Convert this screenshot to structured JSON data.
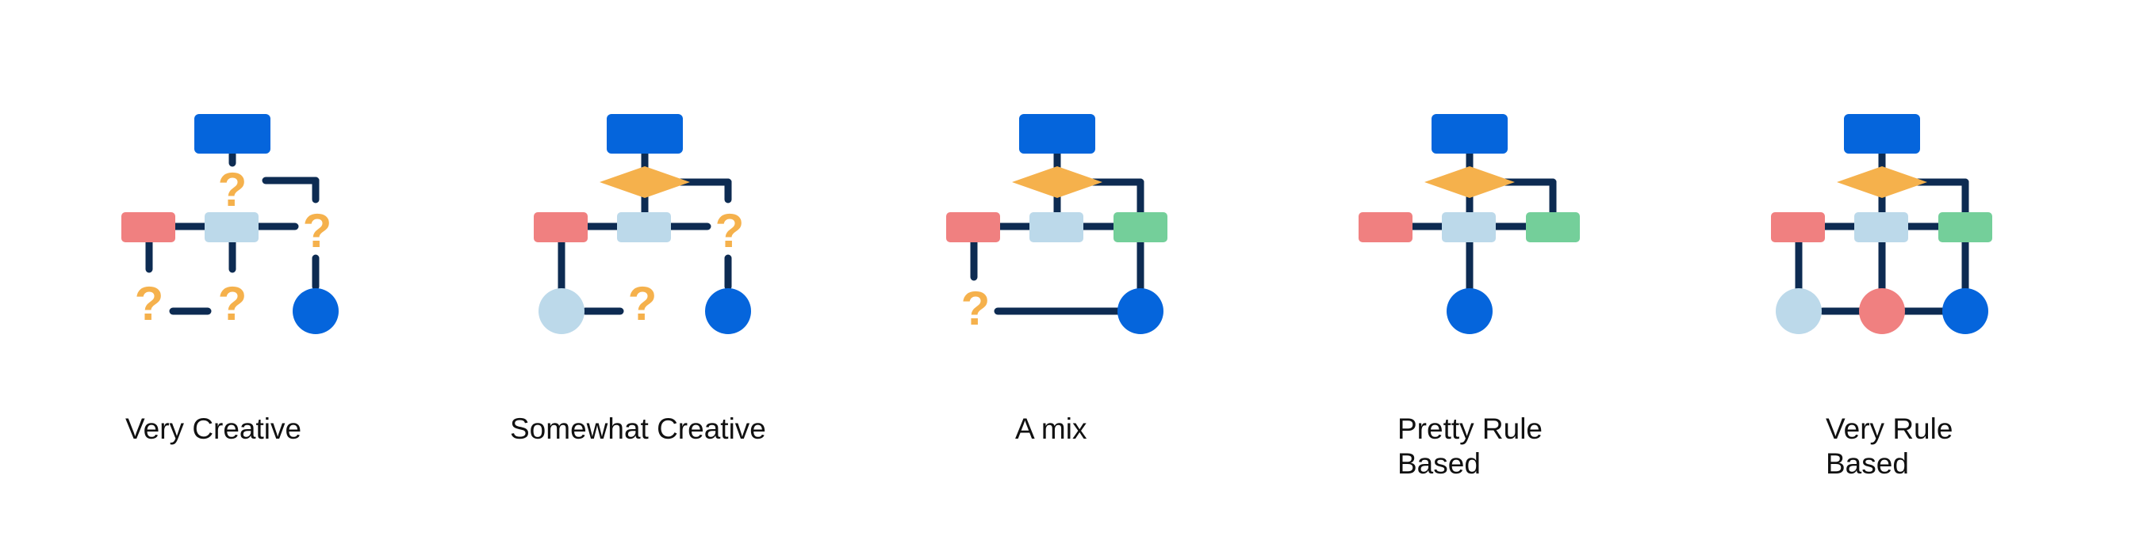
{
  "colors": {
    "line": "#0d2b52",
    "top_box": "#0565dc",
    "red": "#f08080",
    "light_blue": "#bcd9ea",
    "green": "#74cf9a",
    "orange": "#f5b14c",
    "dark_blue": "#0565dc"
  },
  "items": [
    {
      "label": "Very Creative"
    },
    {
      "label": "Somewhat Creative"
    },
    {
      "label": "A mix"
    },
    {
      "label": "Pretty Rule\nBased"
    },
    {
      "label": "Very Rule\nBased"
    }
  ],
  "question_mark": "?"
}
